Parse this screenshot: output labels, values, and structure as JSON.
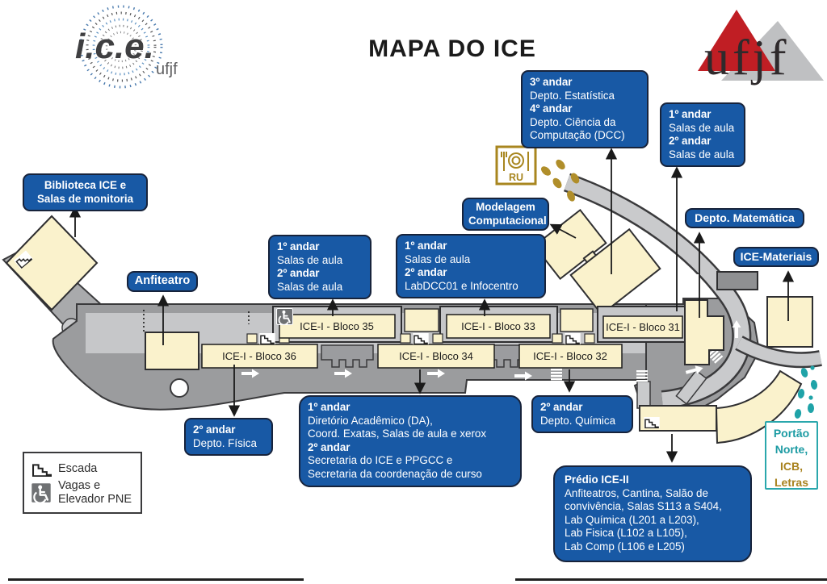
{
  "title": "MAPA DO ICE",
  "logos": {
    "ice": {
      "acronym": "i.c.e.",
      "sub": "ufjf"
    },
    "ufjf": {
      "text": "ufjf"
    }
  },
  "callouts": {
    "biblioteca": {
      "lines": [
        "Biblioteca ICE e",
        "Salas de monitoria"
      ]
    },
    "anfiteatro": {
      "lines": [
        "Anfiteatro"
      ]
    },
    "estatistica_dcc": {
      "lines": [
        "3º andar",
        "Depto. Estatística",
        "4º andar",
        "Depto. Ciência da",
        "Computação (DCC)"
      ]
    },
    "salas_nordeste": {
      "lines": [
        "1º andar",
        "Salas de aula",
        "2º andar",
        "Salas de aula"
      ]
    },
    "modelagem": {
      "lines": [
        "Modelagem",
        "Computacional"
      ]
    },
    "matematica": {
      "lines": [
        "Depto. Matemática"
      ]
    },
    "materiais": {
      "lines": [
        "ICE-Materiais"
      ]
    },
    "bloco35": {
      "lines": [
        "1º andar",
        "Salas de aula",
        "2º andar",
        "Salas de aula"
      ]
    },
    "bloco33": {
      "lines": [
        "1º andar",
        "Salas de aula",
        "2º andar",
        "LabDCC01 e Infocentro"
      ]
    },
    "fisica": {
      "lines": [
        "2º andar",
        "Depto. Física"
      ]
    },
    "diretorio": {
      "lines": [
        "1º andar",
        "Diretório Acadêmico (DA),",
        "Coord. Exatas, Salas de aula e xerox",
        "2º andar",
        "Secretaria do ICE e  PPGCC e",
        "Secretaria da coordenação de curso"
      ]
    },
    "quimica": {
      "lines": [
        "2º andar",
        "Depto. Química"
      ]
    },
    "ice2": {
      "lines": [
        "Prédio ICE-II",
        "Anfiteatros, Cantina, Salão de",
        "convivência, Salas S113 a S404,",
        "Lab Química (L201 a L203),",
        "Lab Fisica (L102 a L105),",
        "Lab Comp (L106 e L205)"
      ]
    },
    "portao": {
      "lines": [
        "Portão",
        "Norte,",
        "ICB,",
        "Letras"
      ]
    }
  },
  "buildings": {
    "bloco35": "ICE-I - Bloco 35",
    "bloco33": "ICE-I - Bloco 33",
    "bloco31": "ICE-I - Bloco 31",
    "bloco36": "ICE-I - Bloco 36",
    "bloco34": "ICE-I - Bloco 34",
    "bloco32": "ICE-I - Bloco 32"
  },
  "map_icons": {
    "ru": "RU"
  },
  "legend": {
    "escada": "Escada",
    "pne": [
      "Vagas e",
      "Elevador PNE"
    ]
  },
  "colors": {
    "callout_blue": "#1859A5",
    "building_cream": "#FAF2CC",
    "road_gray": "#9B9C9E",
    "road_light": "#C9CACC",
    "gold": "#A8861F",
    "teal": "#1FA3A8",
    "ufjf_red": "#C01E24"
  }
}
